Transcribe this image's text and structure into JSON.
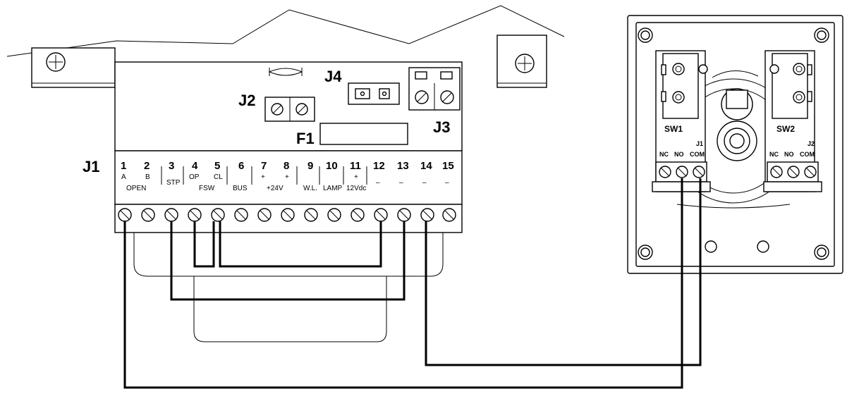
{
  "board": {
    "headers": [
      {
        "id": "J1",
        "text": "J1"
      },
      {
        "id": "J2",
        "text": "J2"
      },
      {
        "id": "J3",
        "text": "J3"
      },
      {
        "id": "J4",
        "text": "J4"
      },
      {
        "id": "F1",
        "text": "F1"
      }
    ],
    "terminal_numbers": [
      "1",
      "2",
      "3",
      "4",
      "5",
      "6",
      "7",
      "8",
      "9",
      "10",
      "11",
      "12",
      "13",
      "14",
      "15"
    ],
    "sublabels": [
      "A",
      "B",
      "OP",
      "CL",
      "+",
      "+",
      "+",
      "–",
      "–",
      "–",
      "–"
    ],
    "group_labels": [
      "OPEN",
      "STP",
      "FSW",
      "BUS",
      "+24V",
      "W.L.",
      "LAMP",
      "12Vdc"
    ]
  },
  "switch_box": {
    "switches": [
      "SW1",
      "SW2"
    ],
    "connectors": [
      "J1",
      "J2"
    ],
    "pins": [
      "NC",
      "NO",
      "COM",
      "NC",
      "NO",
      "COM"
    ]
  }
}
